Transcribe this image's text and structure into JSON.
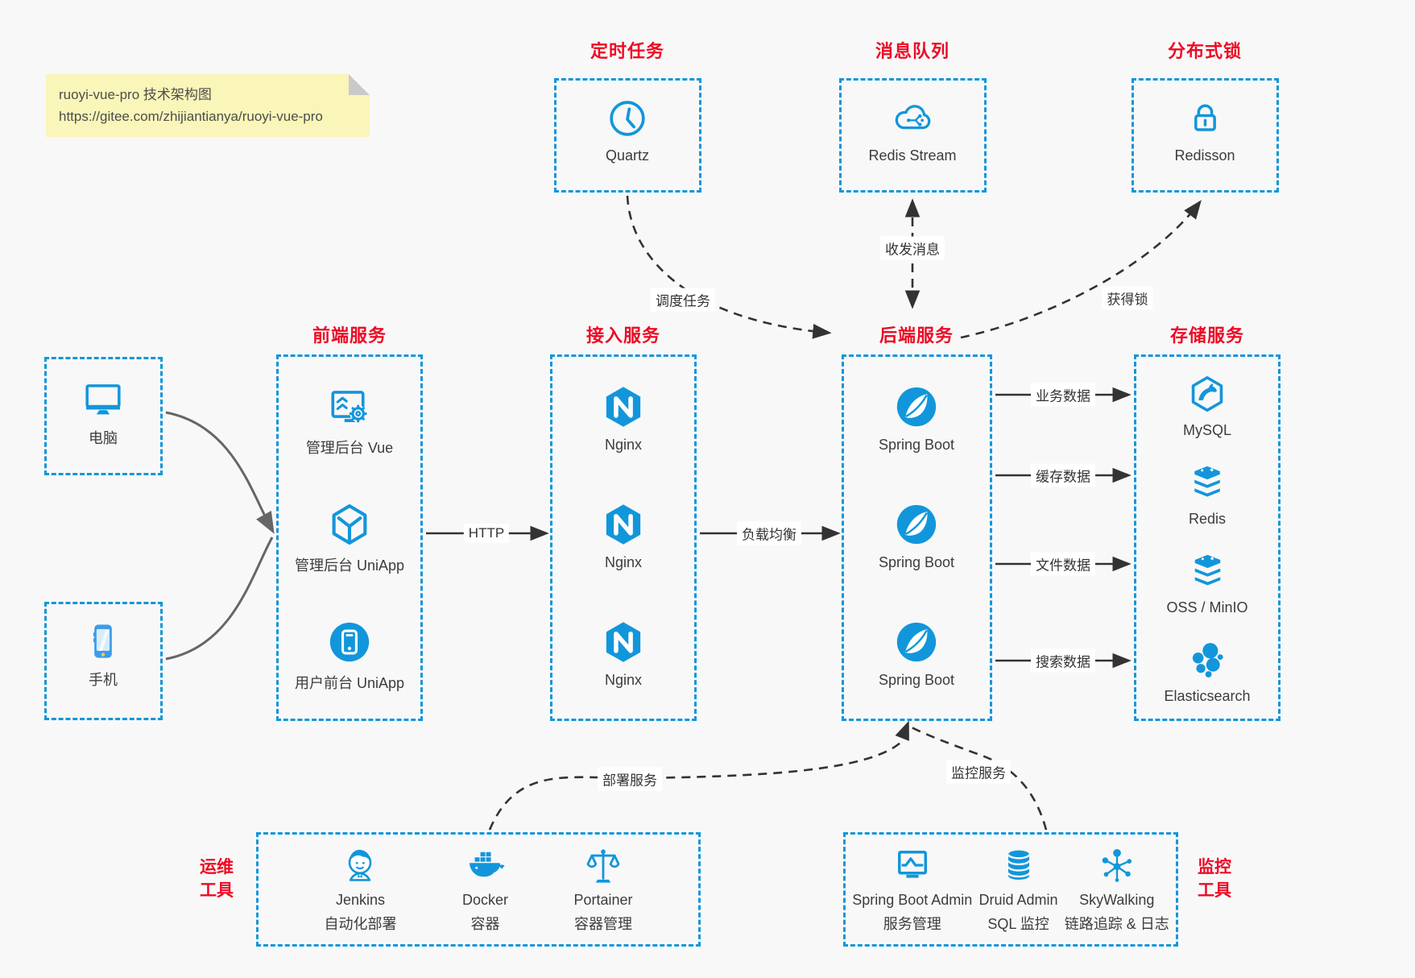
{
  "colors": {
    "accent_blue": "#1296db",
    "title_red": "#ee0a24",
    "arrow_dark": "#333333",
    "arrow_gray": "#666666",
    "note_yellow": "#faf5b8",
    "page_bg": "#f8f8f8"
  },
  "note": {
    "title": "ruoyi-vue-pro 技术架构图",
    "url": "https://gitee.com/zhijiantianya/ruoyi-vue-pro"
  },
  "groups": {
    "scheduler": {
      "title": "定时任务",
      "items": [
        {
          "icon": "clock-icon",
          "label": "Quartz"
        }
      ]
    },
    "mq": {
      "title": "消息队列",
      "items": [
        {
          "icon": "cloud-stream-icon",
          "label": "Redis Stream"
        }
      ]
    },
    "lock": {
      "title": "分布式锁",
      "items": [
        {
          "icon": "lock-icon",
          "label": "Redisson"
        }
      ]
    },
    "clients": {
      "items": [
        {
          "icon": "desktop-icon",
          "label": "电脑"
        },
        {
          "icon": "phone-icon",
          "label": "手机"
        }
      ]
    },
    "frontend": {
      "title": "前端服务",
      "items": [
        {
          "icon": "admin-vue-icon",
          "label": "管理后台 Vue"
        },
        {
          "icon": "uniapp-cube-icon",
          "label": "管理后台 UniApp"
        },
        {
          "icon": "user-uniapp-icon",
          "label": "用户前台 UniApp"
        }
      ]
    },
    "gateway": {
      "title": "接入服务",
      "items": [
        {
          "icon": "nginx-icon",
          "label": "Nginx"
        },
        {
          "icon": "nginx-icon",
          "label": "Nginx"
        },
        {
          "icon": "nginx-icon",
          "label": "Nginx"
        }
      ]
    },
    "backend": {
      "title": "后端服务",
      "items": [
        {
          "icon": "spring-boot-icon",
          "label": "Spring Boot"
        },
        {
          "icon": "spring-boot-icon",
          "label": "Spring Boot"
        },
        {
          "icon": "spring-boot-icon",
          "label": "Spring Boot"
        }
      ]
    },
    "storage": {
      "title": "存储服务",
      "items": [
        {
          "icon": "mysql-icon",
          "label": "MySQL"
        },
        {
          "icon": "redis-icon",
          "label": "Redis"
        },
        {
          "icon": "oss-minio-icon",
          "label": "OSS / MinIO"
        },
        {
          "icon": "elasticsearch-icon",
          "label": "Elasticsearch"
        }
      ]
    },
    "ops": {
      "side_title": [
        "运维",
        "工具"
      ],
      "items": [
        {
          "icon": "jenkins-icon",
          "label": "Jenkins",
          "sublabel": "自动化部署"
        },
        {
          "icon": "docker-icon",
          "label": "Docker",
          "sublabel": "容器"
        },
        {
          "icon": "portainer-icon",
          "label": "Portainer",
          "sublabel": "容器管理"
        }
      ]
    },
    "monitoring": {
      "side_title": [
        "监控",
        "工具"
      ],
      "items": [
        {
          "icon": "spring-boot-admin-icon",
          "label": "Spring Boot Admin",
          "sublabel": "服务管理"
        },
        {
          "icon": "druid-icon",
          "label": "Druid Admin",
          "sublabel": "SQL 监控"
        },
        {
          "icon": "skywalking-icon",
          "label": "SkyWalking",
          "sublabel": "链路追踪 & 日志"
        }
      ]
    }
  },
  "edges": {
    "http": "HTTP",
    "load_balance": "负载均衡",
    "biz_data": "业务数据",
    "cache_data": "缓存数据",
    "file_data": "文件数据",
    "search_data": "搜索数据",
    "schedule_task": "调度任务",
    "send_receive_msg": "收发消息",
    "acquire_lock": "获得锁",
    "deploy_service": "部署服务",
    "monitor_service": "监控服务"
  }
}
